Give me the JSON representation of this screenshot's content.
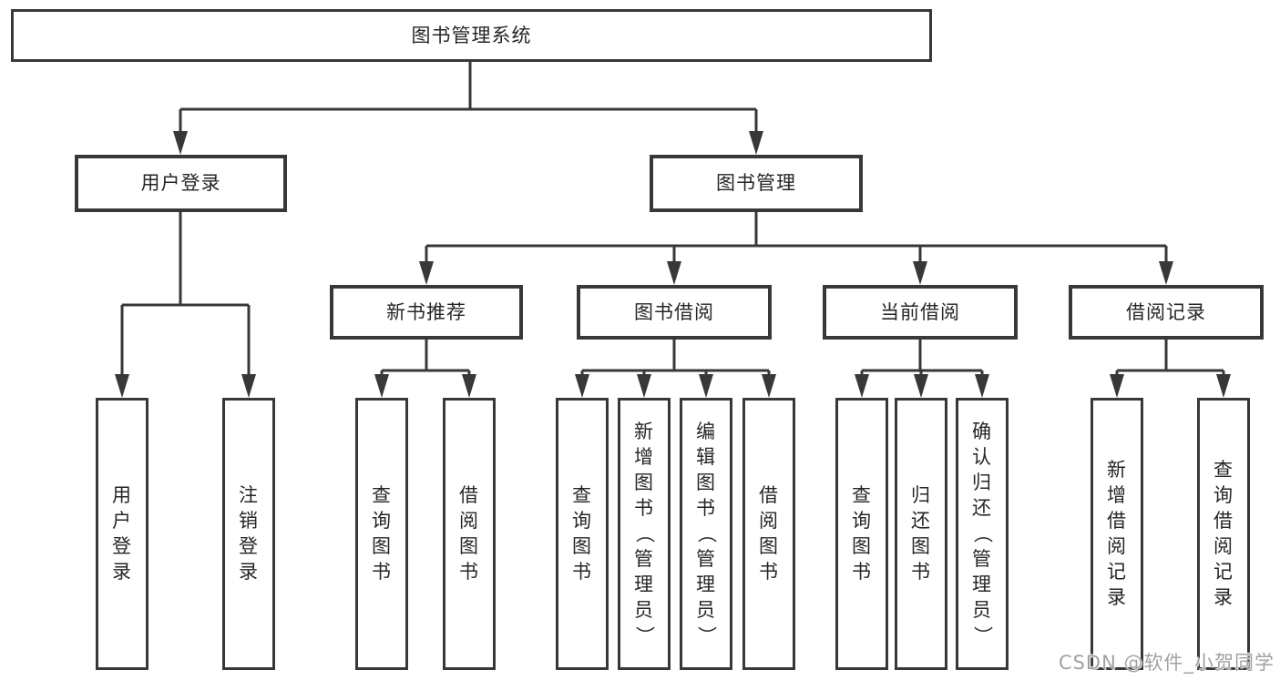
{
  "diagram": {
    "title": "图书管理系统",
    "colors": {
      "line": "#383838",
      "text": "#262626",
      "background": "#ffffff",
      "watermark_gray": "#a2a2a2"
    },
    "tree": {
      "root": "图书管理系统",
      "branches": [
        {
          "label": "用户登录",
          "children": [
            "用户登录",
            "注销登录"
          ]
        },
        {
          "label": "图书管理",
          "children": [
            {
              "label": "新书推荐",
              "children": [
                "查询图书",
                "借阅图书"
              ]
            },
            {
              "label": "图书借阅",
              "children": [
                "查询图书",
                "新增图书（管理员）",
                "编辑图书（管理员）",
                "借阅图书"
              ]
            },
            {
              "label": "当前借阅",
              "children": [
                "查询图书",
                "归还图书",
                "确认归还（管理员）"
              ]
            },
            {
              "label": "借阅记录",
              "children": [
                "新增借阅记录",
                "查询借阅记录"
              ]
            }
          ]
        }
      ]
    },
    "watermark": "CSDN @软件_小贺同学"
  }
}
